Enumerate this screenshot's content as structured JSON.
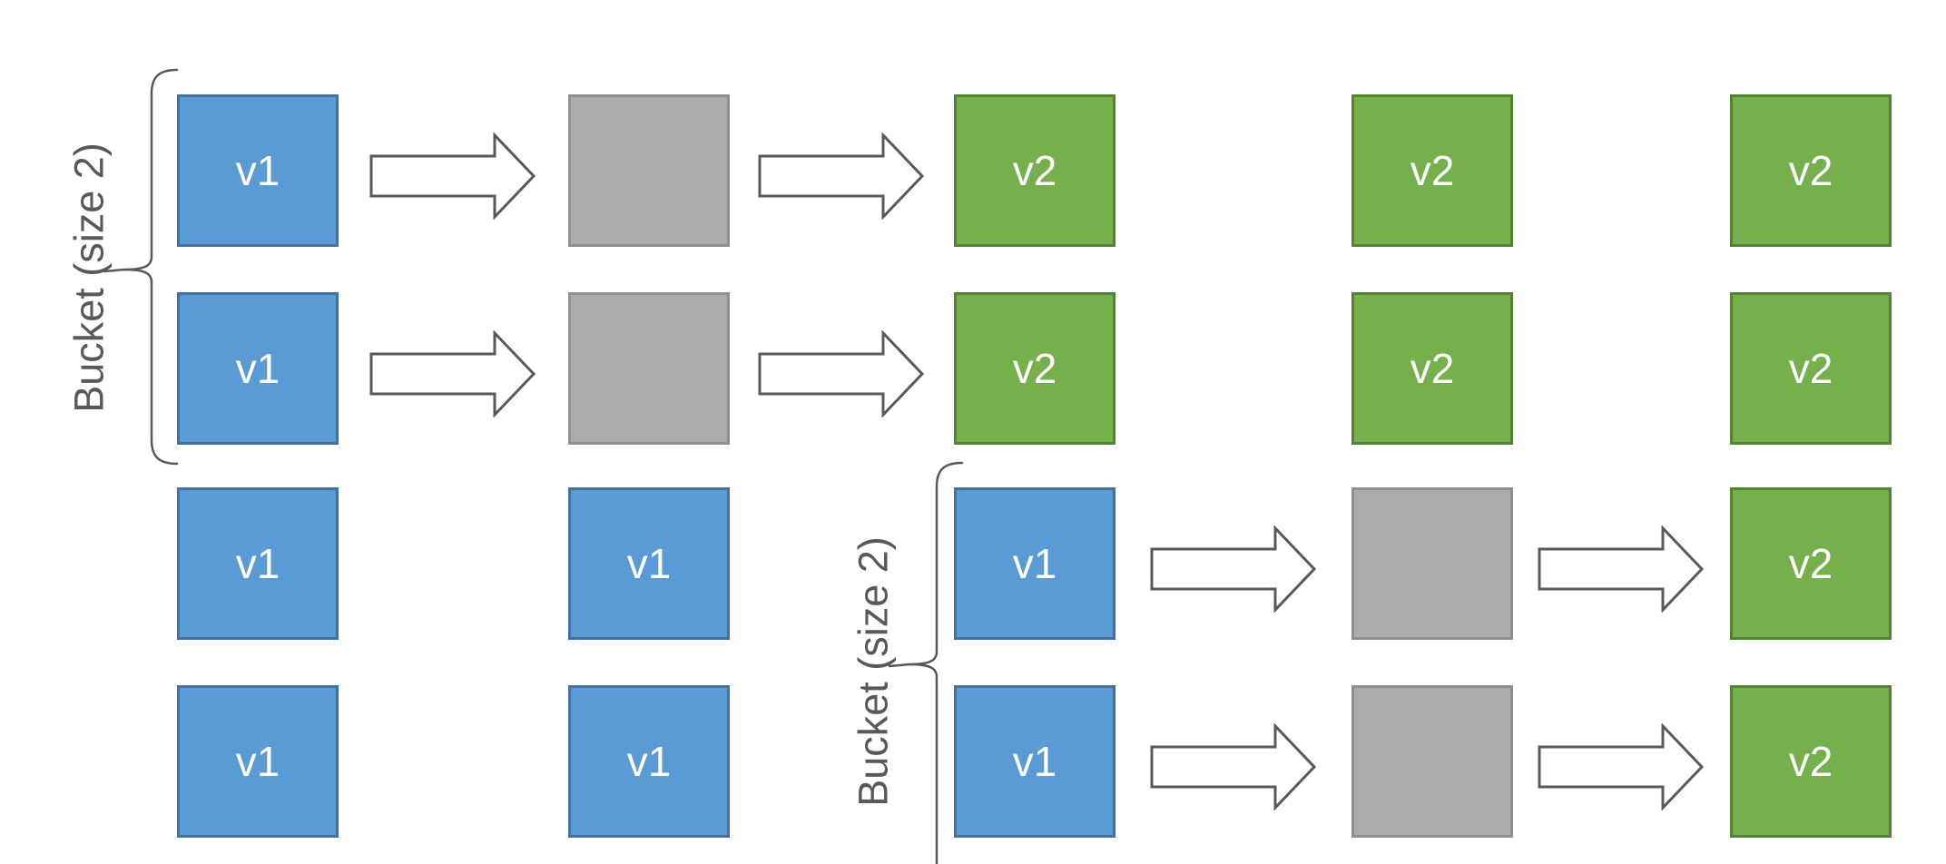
{
  "diagram": {
    "description_colors": {
      "background": "#FFFFFF",
      "v1_fill": "#5B9BD5",
      "v1_border": "#41719C",
      "v2_fill": "#75B04C",
      "v2_border": "#548235",
      "updating_fill": "#ACACAC",
      "updating_border": "#8F8F8F",
      "arrow_fill": "#FFFFFF",
      "arrow_outline": "#595959",
      "label_color": "#595959"
    },
    "cell_types": {
      "v1": {
        "label": "v1",
        "fill": "#5B9BD5",
        "border": "#41719C"
      },
      "v2": {
        "label": "v2",
        "fill": "#75B04C",
        "border": "#548235"
      },
      "updating": {
        "label": "",
        "fill": "#ACACAC",
        "border": "#8F8F8F"
      }
    },
    "rows": [
      {
        "cells": [
          "v1",
          "updating",
          "v2",
          "v2",
          "v2"
        ],
        "arrows": [
          [
            0,
            1
          ],
          [
            1,
            2
          ]
        ]
      },
      {
        "cells": [
          "v1",
          "updating",
          "v2",
          "v2",
          "v2"
        ],
        "arrows": [
          [
            0,
            1
          ],
          [
            1,
            2
          ]
        ]
      },
      {
        "cells": [
          "v1",
          "v1",
          "v1",
          "updating",
          "v2"
        ],
        "arrows": [
          [
            2,
            3
          ],
          [
            3,
            4
          ]
        ]
      },
      {
        "cells": [
          "v1",
          "v1",
          "v1",
          "updating",
          "v2"
        ],
        "arrows": [
          [
            2,
            3
          ],
          [
            3,
            4
          ]
        ]
      }
    ],
    "buckets": [
      {
        "label": "Bucket (size 2)",
        "rows": [
          0,
          1
        ]
      },
      {
        "label": "Bucket (size 2)",
        "rows": [
          2,
          3
        ]
      }
    ]
  }
}
